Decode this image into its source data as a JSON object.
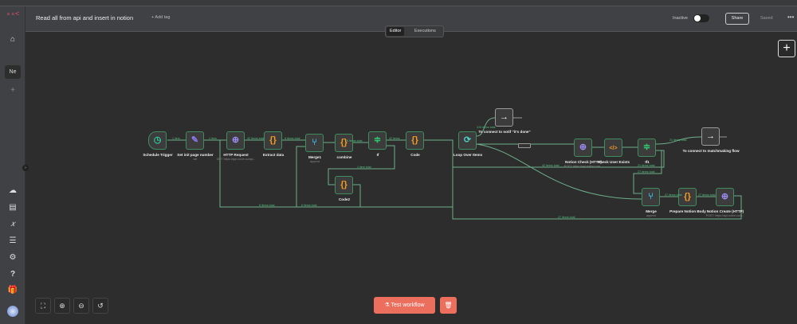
{
  "header": {
    "title": "Read all from api and insert in notion",
    "add_tag": "+ Add tag",
    "status": "Inactive",
    "share": "Share",
    "saved": "Saved",
    "more": "•••"
  },
  "tabs": [
    {
      "label": "Editor",
      "active": true
    },
    {
      "label": "Executions",
      "active": false
    }
  ],
  "sidebar": {
    "project_label": "Ne",
    "icons": [
      "n8n-logo",
      "home",
      "add",
      "cloud",
      "templates",
      "variables",
      "executions",
      "settings",
      "help",
      "whats-new",
      "user-avatar"
    ]
  },
  "nodes": [
    {
      "name": "Schedule Trigger",
      "sub": "",
      "icon": "clock"
    },
    {
      "name": "Set init page number",
      "sub": "set",
      "icon": "pencil"
    },
    {
      "name": "HTTP Request",
      "sub": "GET: https://app.circle.so/api...",
      "icon": "globe"
    },
    {
      "name": "Extract data",
      "sub": "",
      "icon": "braces"
    },
    {
      "name": "Merge1",
      "sub": "append",
      "icon": "merge"
    },
    {
      "name": "combine",
      "sub": "",
      "icon": "braces"
    },
    {
      "name": "If",
      "sub": "",
      "icon": "if"
    },
    {
      "name": "Code",
      "sub": "",
      "icon": "braces"
    },
    {
      "name": "Code2",
      "sub": "",
      "icon": "braces"
    },
    {
      "name": "Loop Over Items",
      "sub": "",
      "icon": "loop"
    },
    {
      "name": "To connect to notif \"it's done\"",
      "sub": "",
      "icon": "arrow"
    },
    {
      "name": "Notion Check (HTTP)",
      "sub": "POST: https://api.notion.com...",
      "icon": "globe"
    },
    {
      "name": "Check User Exists",
      "sub": "",
      "icon": "code"
    },
    {
      "name": "If1",
      "sub": "",
      "icon": "if"
    },
    {
      "name": "To connect to matchmaking flow",
      "sub": "",
      "icon": "arrow"
    },
    {
      "name": "Merge",
      "sub": "append",
      "icon": "merge"
    },
    {
      "name": "Prepare Notion Body",
      "sub": "",
      "icon": "braces"
    },
    {
      "name": "Notion Create (HTTP)",
      "sub": "POST: https://api.notion.com...",
      "icon": "globe"
    }
  ],
  "edge_labels": [
    "1 item",
    "1 item",
    "42 items total",
    "6 items total",
    "1 item total",
    "42 items",
    "6 items total",
    "6 items total",
    "6 items total",
    "315 items total",
    "21 items total",
    "21 items total",
    "42 items total",
    "27 items total",
    "27 items total",
    "27 items total",
    "27 items total"
  ],
  "canvas_controls": [
    "fit-view",
    "zoom-in",
    "zoom-out",
    "reset-zoom"
  ],
  "actions": {
    "test_workflow": "Test workflow"
  }
}
